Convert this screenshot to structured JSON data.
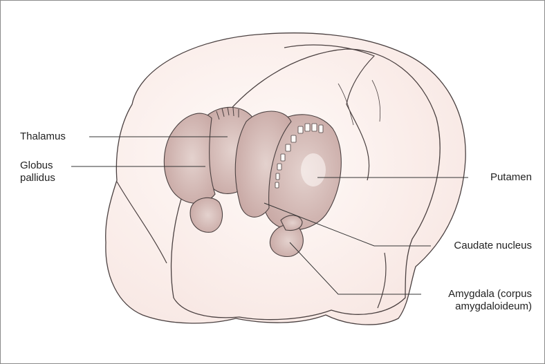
{
  "colors": {
    "brain_fill": "#f8e8e4",
    "brain_highlight": "#fffaf8",
    "brain_outline": "#4a4040",
    "nuclei_fill": "#c8a8a4",
    "nuclei_dark": "#a88884",
    "nuclei_light": "#e4d2ce",
    "leader": "#333333"
  },
  "labels": {
    "thalamus": "Thalamus",
    "globus_1": "Globus",
    "globus_2": "pallidus",
    "putamen": "Putamen",
    "caudate": "Caudate nucleus",
    "amygdala_1": "Amygdala (corpus",
    "amygdala_2": "amygdaloideum)"
  }
}
